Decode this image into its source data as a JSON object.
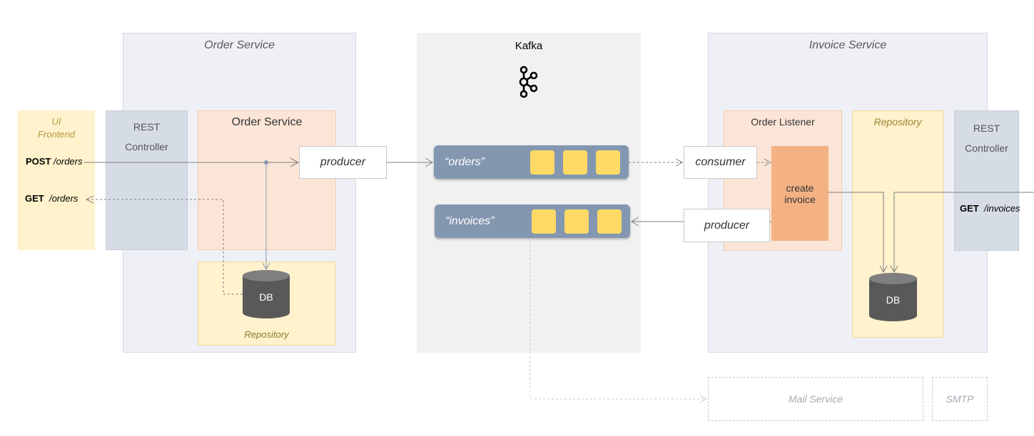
{
  "order_service": {
    "title": "Order Service",
    "rest": {
      "line1": "REST",
      "line2": "Controller"
    },
    "inner_title": "Order Service",
    "producer": "producer",
    "db": "DB",
    "repository": "Repository"
  },
  "ui_frontend": {
    "line1": "UI",
    "line2": "Frontend",
    "post_method": "POST",
    "post_path": "/orders",
    "get_method": "GET",
    "get_path": "/orders"
  },
  "kafka": {
    "title": "Kafka",
    "topics": [
      {
        "name": "“orders”"
      },
      {
        "name": "“invoices”"
      }
    ]
  },
  "invoice_service": {
    "title": "Invoice Service",
    "order_listener": "Order Listener",
    "consumer": "consumer",
    "create_invoice": {
      "line1": "create",
      "line2": "invoice"
    },
    "producer": "producer",
    "repository": "Repository",
    "db": "DB",
    "rest": {
      "line1": "REST",
      "line2": "Controller"
    },
    "get_method": "GET",
    "get_path": "/invoices"
  },
  "mail_service": "Mail Service",
  "smtp": "SMTP",
  "colors": {
    "topic": "#8497b0",
    "message": "#ffd966",
    "peach": "#fbe5d6",
    "create_invoice": "#f4b183",
    "yellow": "#fff2cc",
    "rest_blue": "#d6dce5",
    "db": "#595959"
  }
}
